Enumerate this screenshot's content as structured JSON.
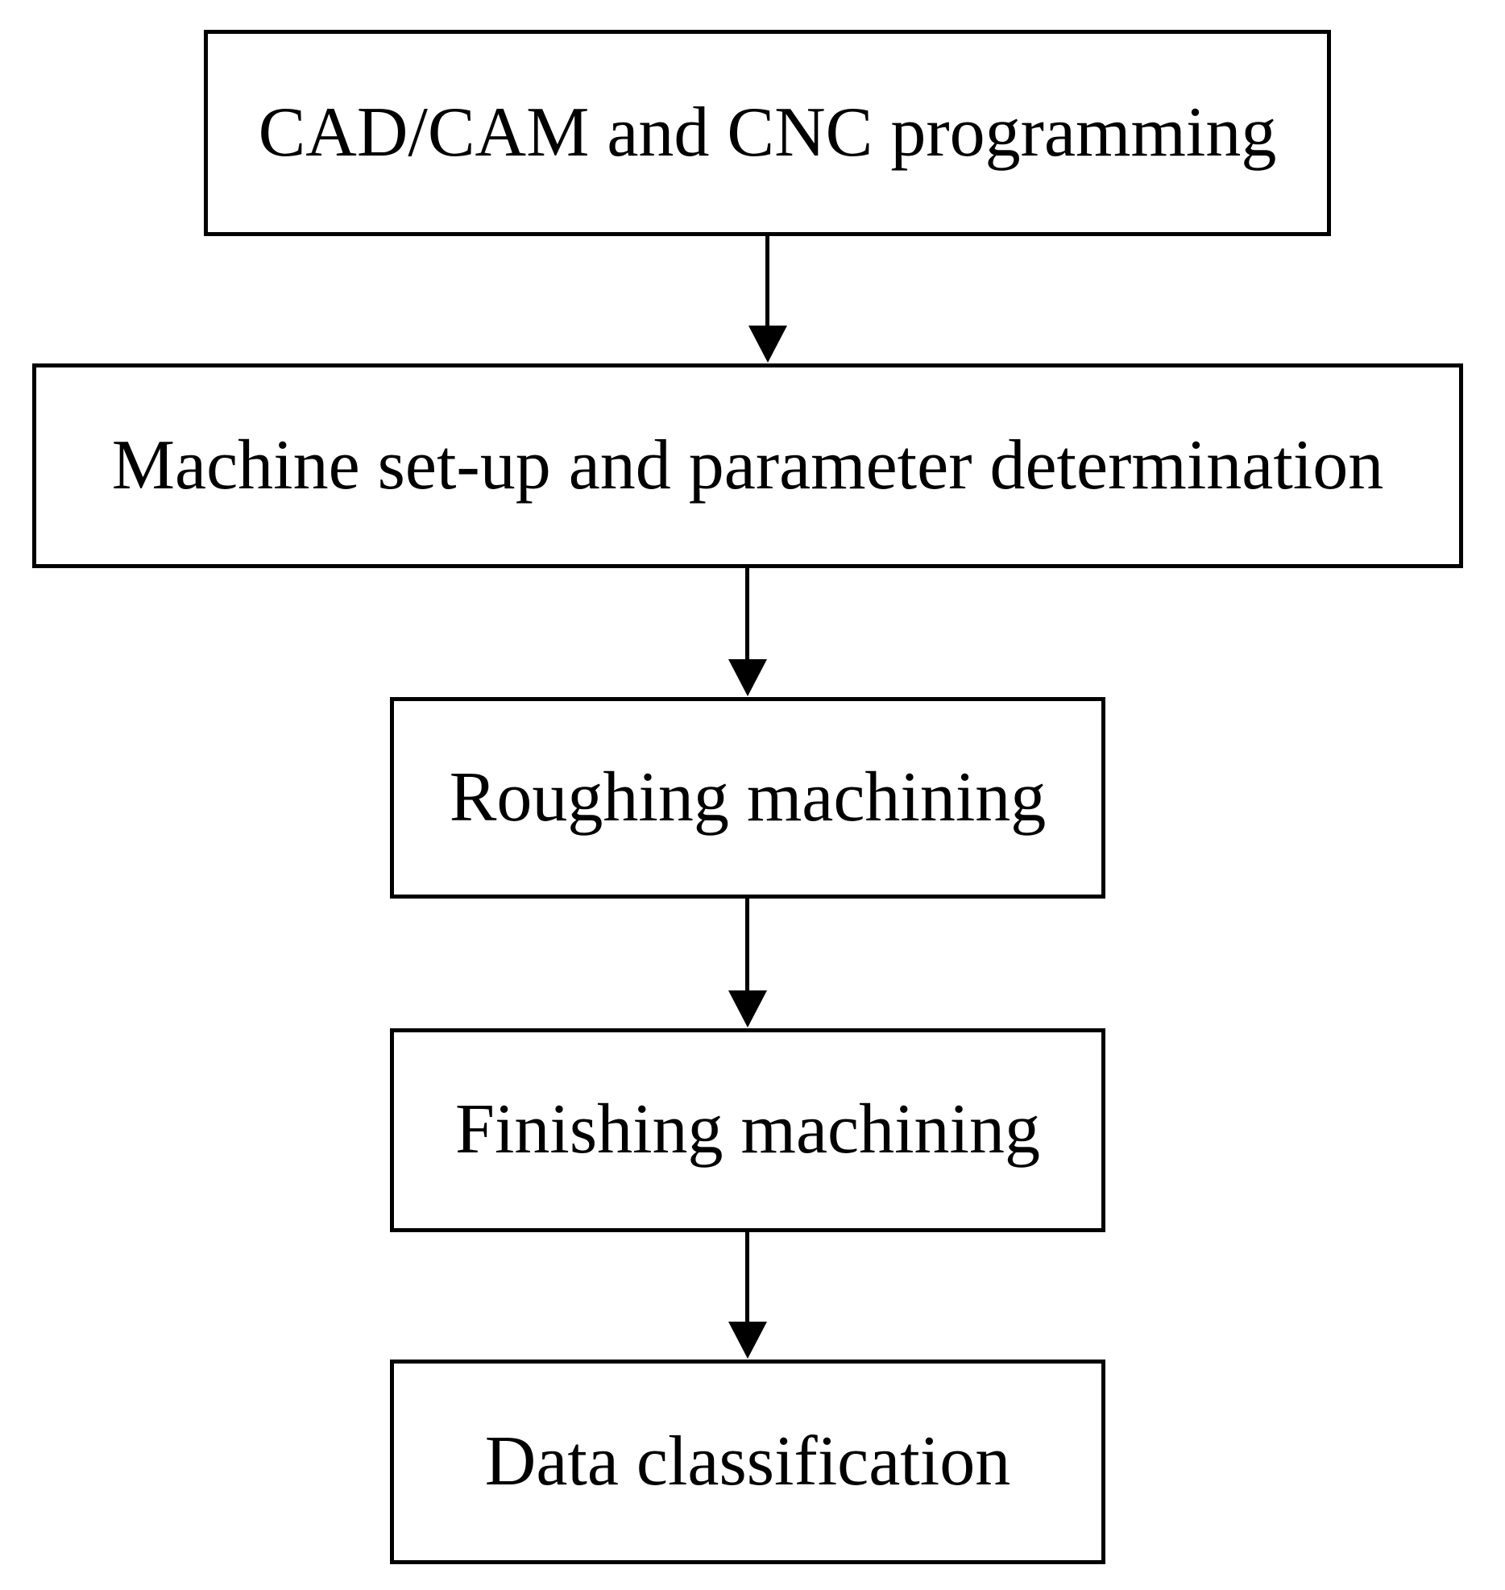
{
  "flowchart": {
    "type": "flowchart",
    "direction": "top-to-bottom",
    "colors": {
      "background": "#ffffff",
      "box_border": "#000000",
      "box_fill": "#ffffff",
      "text": "#000000",
      "arrow": "#000000"
    },
    "nodes": [
      {
        "id": "node-1",
        "label": "CAD/CAM and CNC programming"
      },
      {
        "id": "node-2",
        "label": "Machine set-up and parameter determination"
      },
      {
        "id": "node-3",
        "label": "Roughing machining"
      },
      {
        "id": "node-4",
        "label": "Finishing machining"
      },
      {
        "id": "node-5",
        "label": "Data classification"
      }
    ],
    "edges": [
      {
        "from": "node-1",
        "to": "node-2",
        "style": "solid-arrow-down"
      },
      {
        "from": "node-2",
        "to": "node-3",
        "style": "solid-arrow-down"
      },
      {
        "from": "node-3",
        "to": "node-4",
        "style": "solid-arrow-down"
      },
      {
        "from": "node-4",
        "to": "node-5",
        "style": "solid-arrow-down"
      }
    ]
  }
}
